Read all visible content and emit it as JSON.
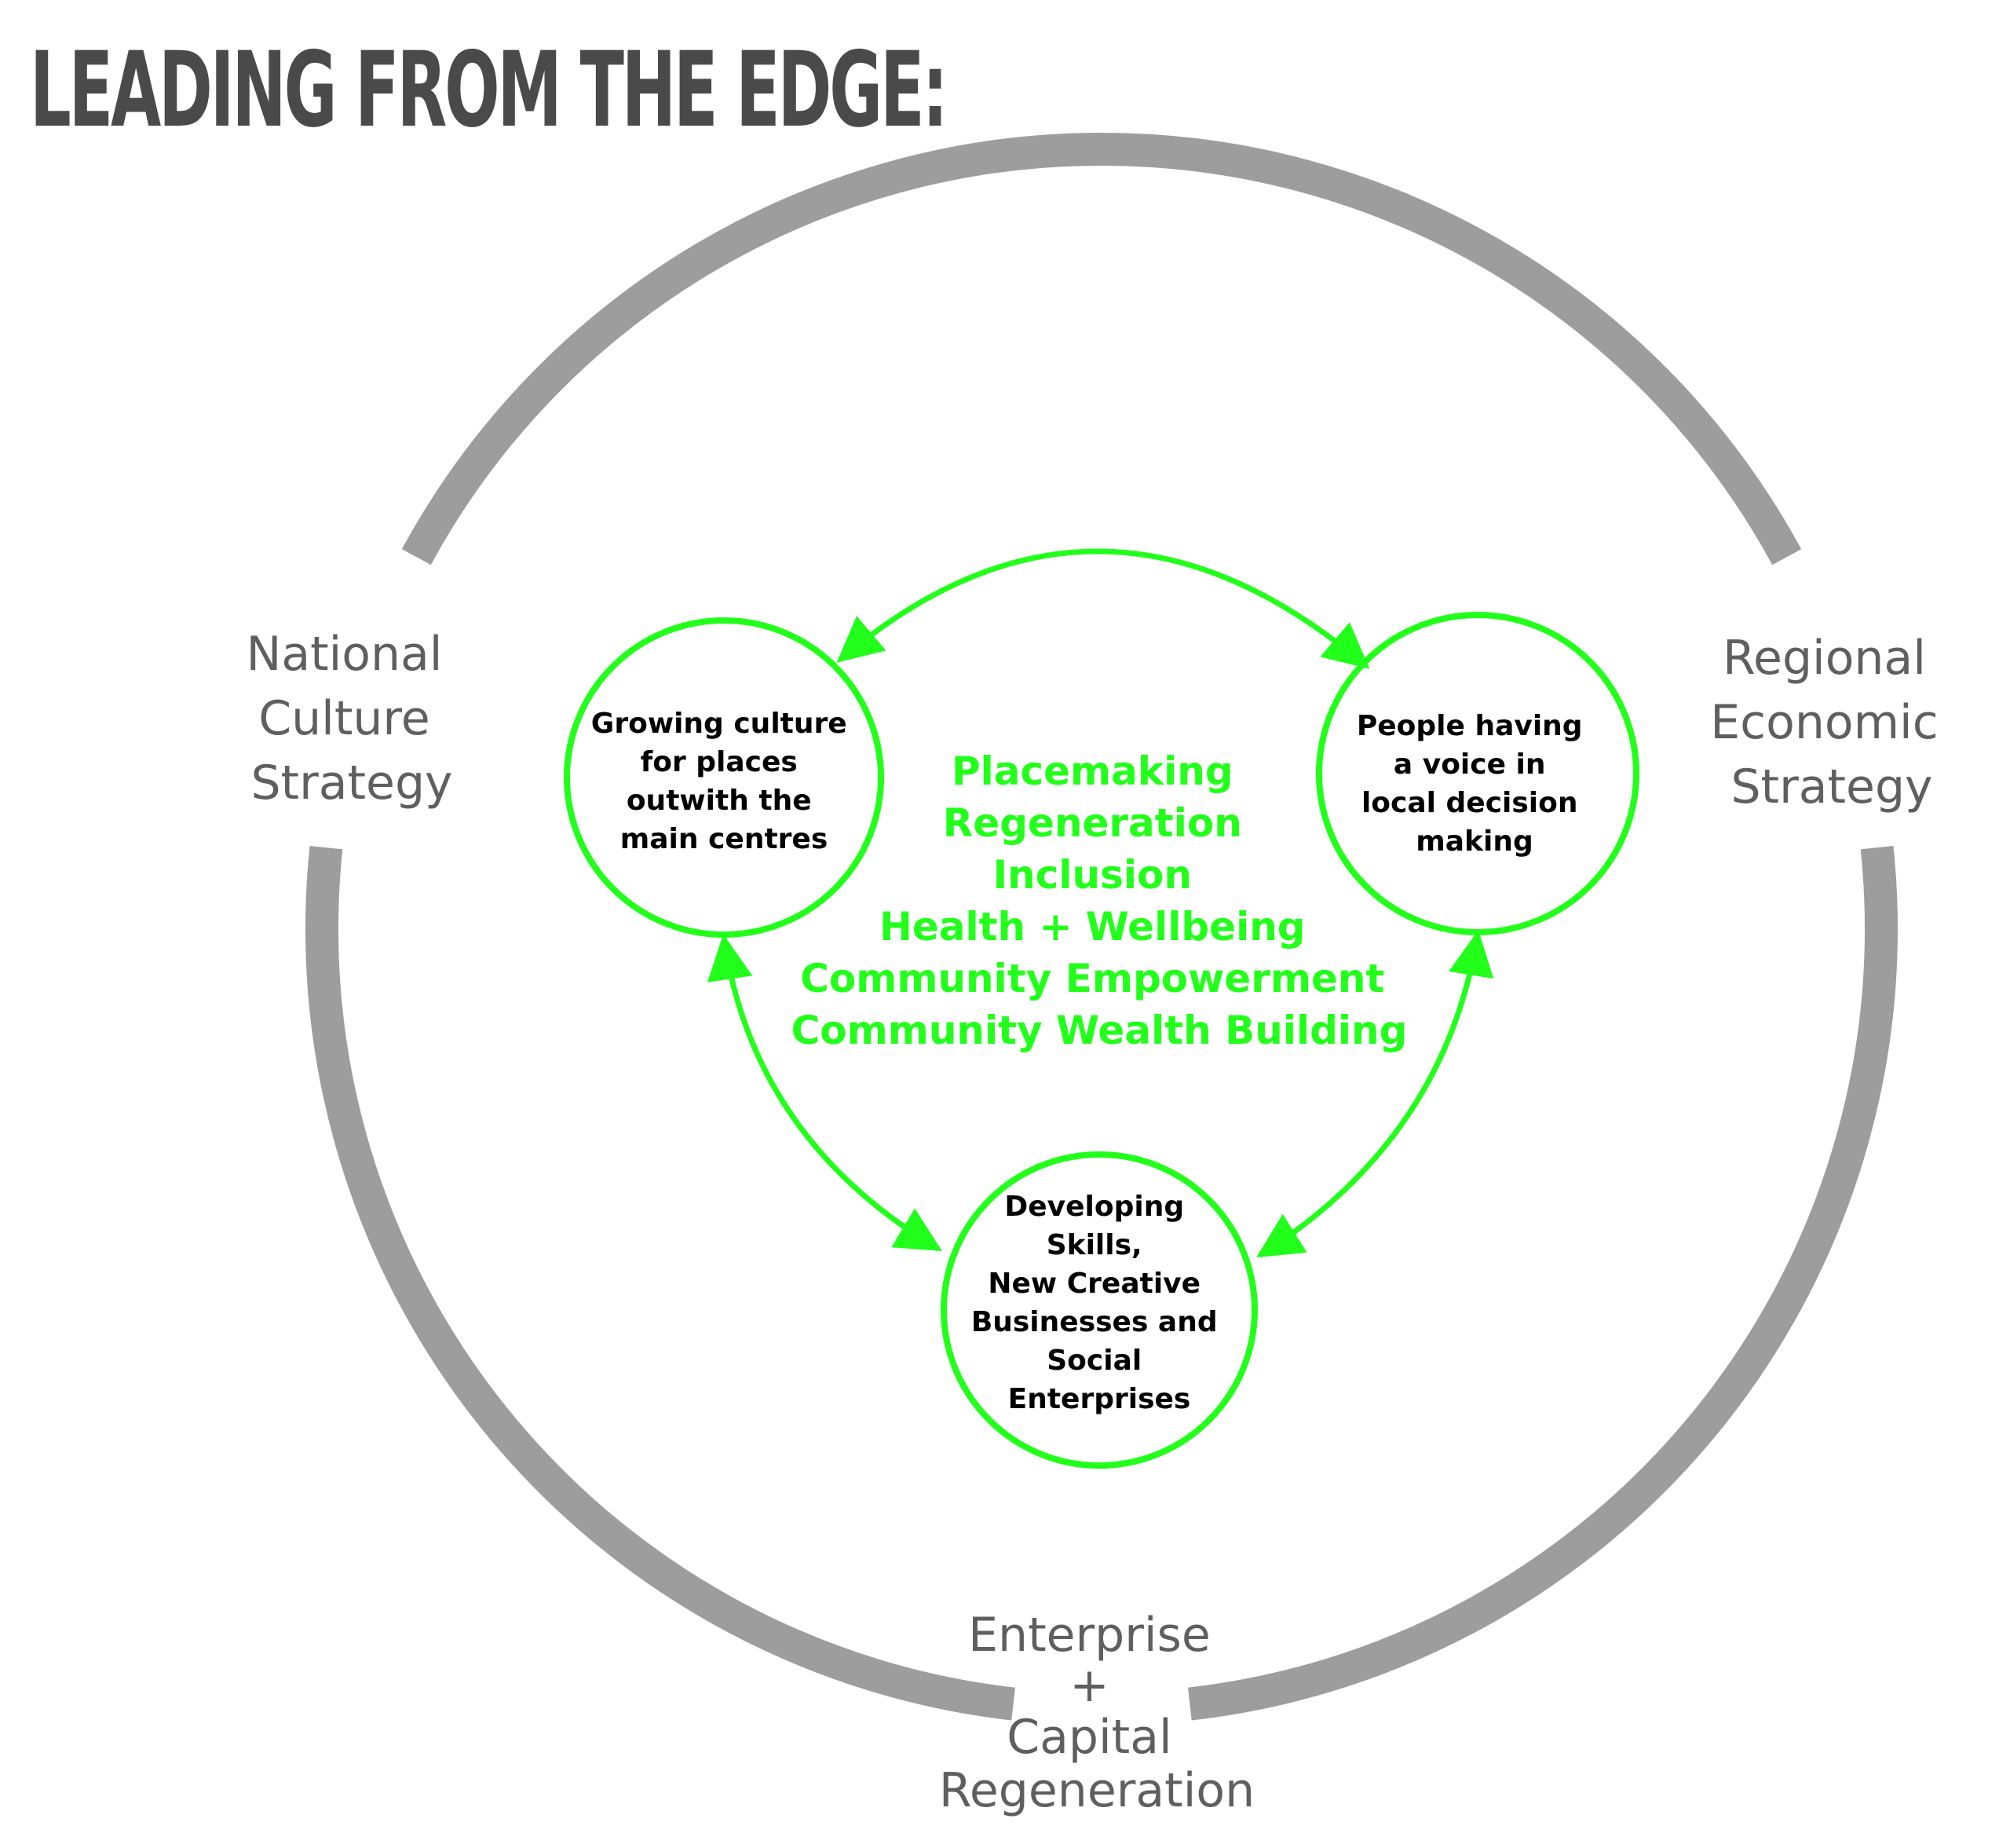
{
  "title": "LEADING FROM THE EDGE:",
  "colors": {
    "outer_ring": "#9d9d9d",
    "green": "#22ff1a",
    "grey_text": "#5f5f5f",
    "title_text": "#4a4a4a",
    "node_text": "#000000"
  },
  "outer_labels": {
    "left": [
      "National",
      "Culture",
      "Strategy"
    ],
    "right": [
      "Regional",
      "Economic",
      "Strategy"
    ],
    "bottom": [
      "Enterprise",
      "+",
      "Capital",
      "Regeneration"
    ]
  },
  "nodes": {
    "left": [
      "Growing culture",
      "for places",
      "outwith  the",
      "main centres"
    ],
    "right": [
      "People having",
      "a voice in",
      "local decision",
      "making"
    ],
    "bottom": [
      "Developing",
      "Skills,",
      "New Creative",
      "Businesses and",
      "Social",
      "Enterprises"
    ]
  },
  "themes": [
    "Placemaking",
    "Regeneration",
    "Inclusion",
    "Health + Wellbeing",
    "Community Empowerment",
    "Community Wealth Building"
  ]
}
